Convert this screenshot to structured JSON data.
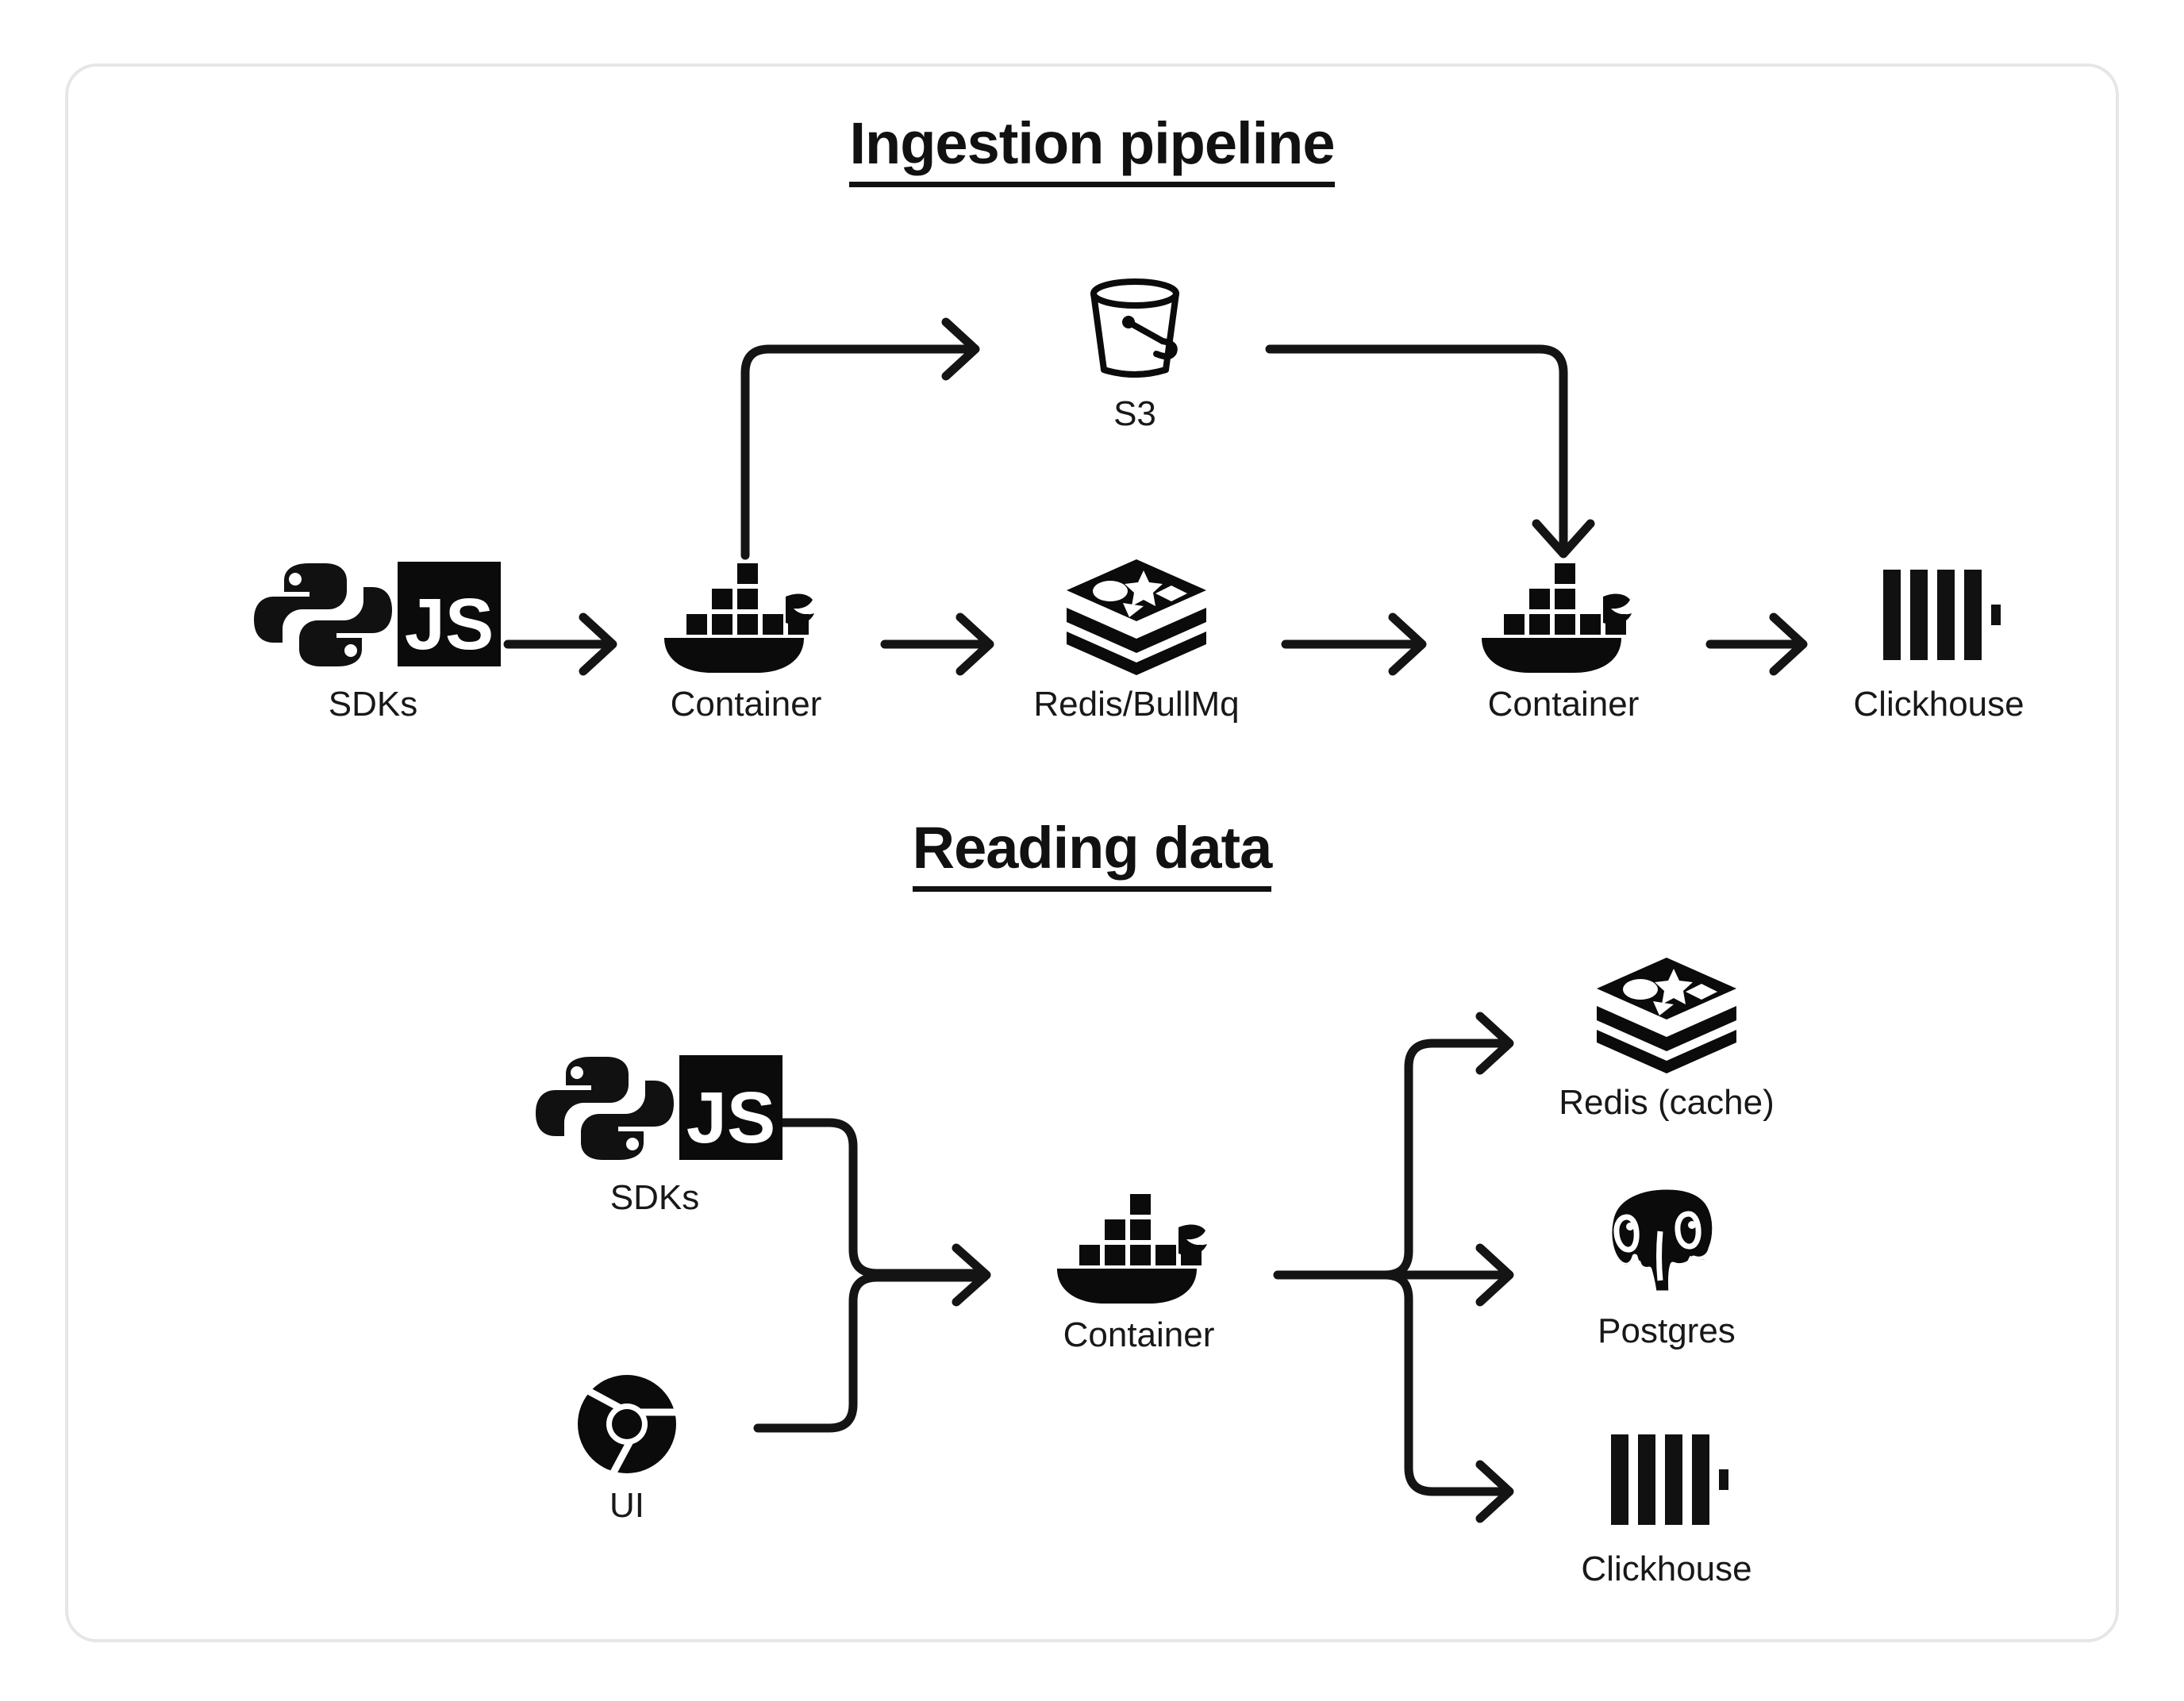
{
  "card": {
    "border_color": "#e6e6e6",
    "background": "#ffffff"
  },
  "ink_color": "#141414",
  "sections": [
    {
      "id": "ingestion",
      "title": "Ingestion pipeline",
      "nodes": [
        {
          "id": "sdks-1",
          "label": "SDKs",
          "icon": "python-js-sdk-icon"
        },
        {
          "id": "container-1",
          "label": "Container",
          "icon": "docker-whale-icon"
        },
        {
          "id": "redis-bullmq",
          "label": "Redis/BullMq",
          "icon": "redis-stack-icon"
        },
        {
          "id": "container-2",
          "label": "Container",
          "icon": "docker-whale-icon"
        },
        {
          "id": "clickhouse-1",
          "label": "Clickhouse",
          "icon": "clickhouse-bars-icon"
        },
        {
          "id": "s3",
          "label": "S3",
          "icon": "s3-bucket-icon"
        }
      ],
      "edges": [
        {
          "from": "sdks-1",
          "to": "container-1",
          "kind": "straight-arrow"
        },
        {
          "from": "container-1",
          "to": "redis-bullmq",
          "kind": "straight-arrow"
        },
        {
          "from": "redis-bullmq",
          "to": "container-2",
          "kind": "straight-arrow"
        },
        {
          "from": "container-2",
          "to": "clickhouse-1",
          "kind": "straight-arrow"
        },
        {
          "from": "container-1",
          "to": "s3",
          "kind": "up-then-right-arrow"
        },
        {
          "from": "s3",
          "to": "container-2",
          "kind": "right-then-down-arrow"
        }
      ]
    },
    {
      "id": "reading",
      "title": "Reading data",
      "nodes": [
        {
          "id": "sdks-2",
          "label": "SDKs",
          "icon": "python-js-sdk-icon"
        },
        {
          "id": "ui",
          "label": "UI",
          "icon": "chrome-browser-icon"
        },
        {
          "id": "container-3",
          "label": "Container",
          "icon": "docker-whale-icon"
        },
        {
          "id": "redis-cache",
          "label": "Redis (cache)",
          "icon": "redis-stack-icon"
        },
        {
          "id": "postgres",
          "label": "Postgres",
          "icon": "postgres-elephant-icon"
        },
        {
          "id": "clickhouse-2",
          "label": "Clickhouse",
          "icon": "clickhouse-bars-icon"
        }
      ],
      "edges": [
        {
          "from": "sdks-2",
          "to": "container-3",
          "kind": "merge-arrow"
        },
        {
          "from": "ui",
          "to": "container-3",
          "kind": "merge-arrow"
        },
        {
          "from": "container-3",
          "to": "redis-cache",
          "kind": "fanout-up-arrow"
        },
        {
          "from": "container-3",
          "to": "postgres",
          "kind": "fanout-straight-arrow"
        },
        {
          "from": "container-3",
          "to": "clickhouse-2",
          "kind": "fanout-down-arrow"
        }
      ]
    }
  ],
  "icons": {
    "python_js_sdk": "python-js-sdk-icon",
    "docker": "docker-whale-icon",
    "redis": "redis-stack-icon",
    "clickhouse": "clickhouse-bars-icon",
    "s3": "s3-bucket-icon",
    "postgres": "postgres-elephant-icon",
    "chrome": "chrome-browser-icon",
    "js_badge_text": "JS"
  }
}
